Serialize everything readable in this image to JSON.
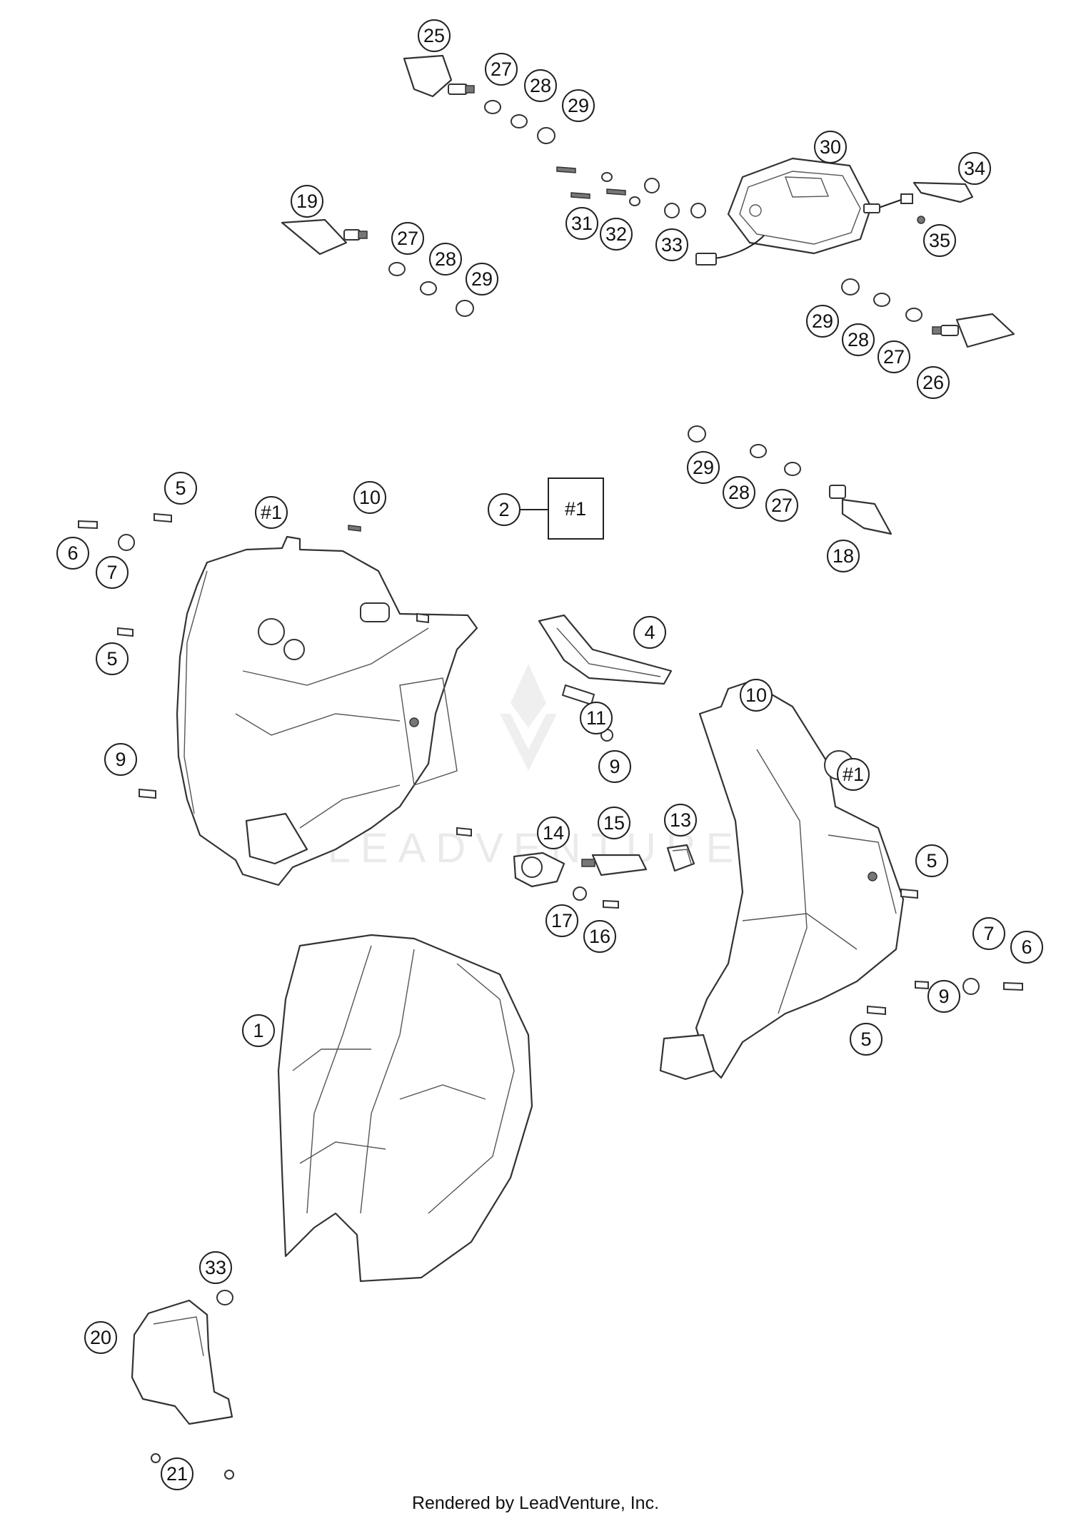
{
  "watermark": "LEADVENTURE",
  "footer": "Rendered by LeadVenture, Inc.",
  "callouts": [
    "25",
    "27",
    "28",
    "29",
    "30",
    "34",
    "19",
    "27",
    "28",
    "29",
    "31",
    "32",
    "33",
    "35",
    "29",
    "28",
    "27",
    "26",
    "29",
    "28",
    "27",
    "18",
    "5",
    "10",
    "#1",
    "2",
    "#1",
    "6",
    "7",
    "5",
    "4",
    "10",
    "11",
    "9",
    "#1",
    "9",
    "14",
    "15",
    "13",
    "5",
    "17",
    "16",
    "7",
    "6",
    "9",
    "1",
    "5",
    "33",
    "20",
    "21"
  ]
}
